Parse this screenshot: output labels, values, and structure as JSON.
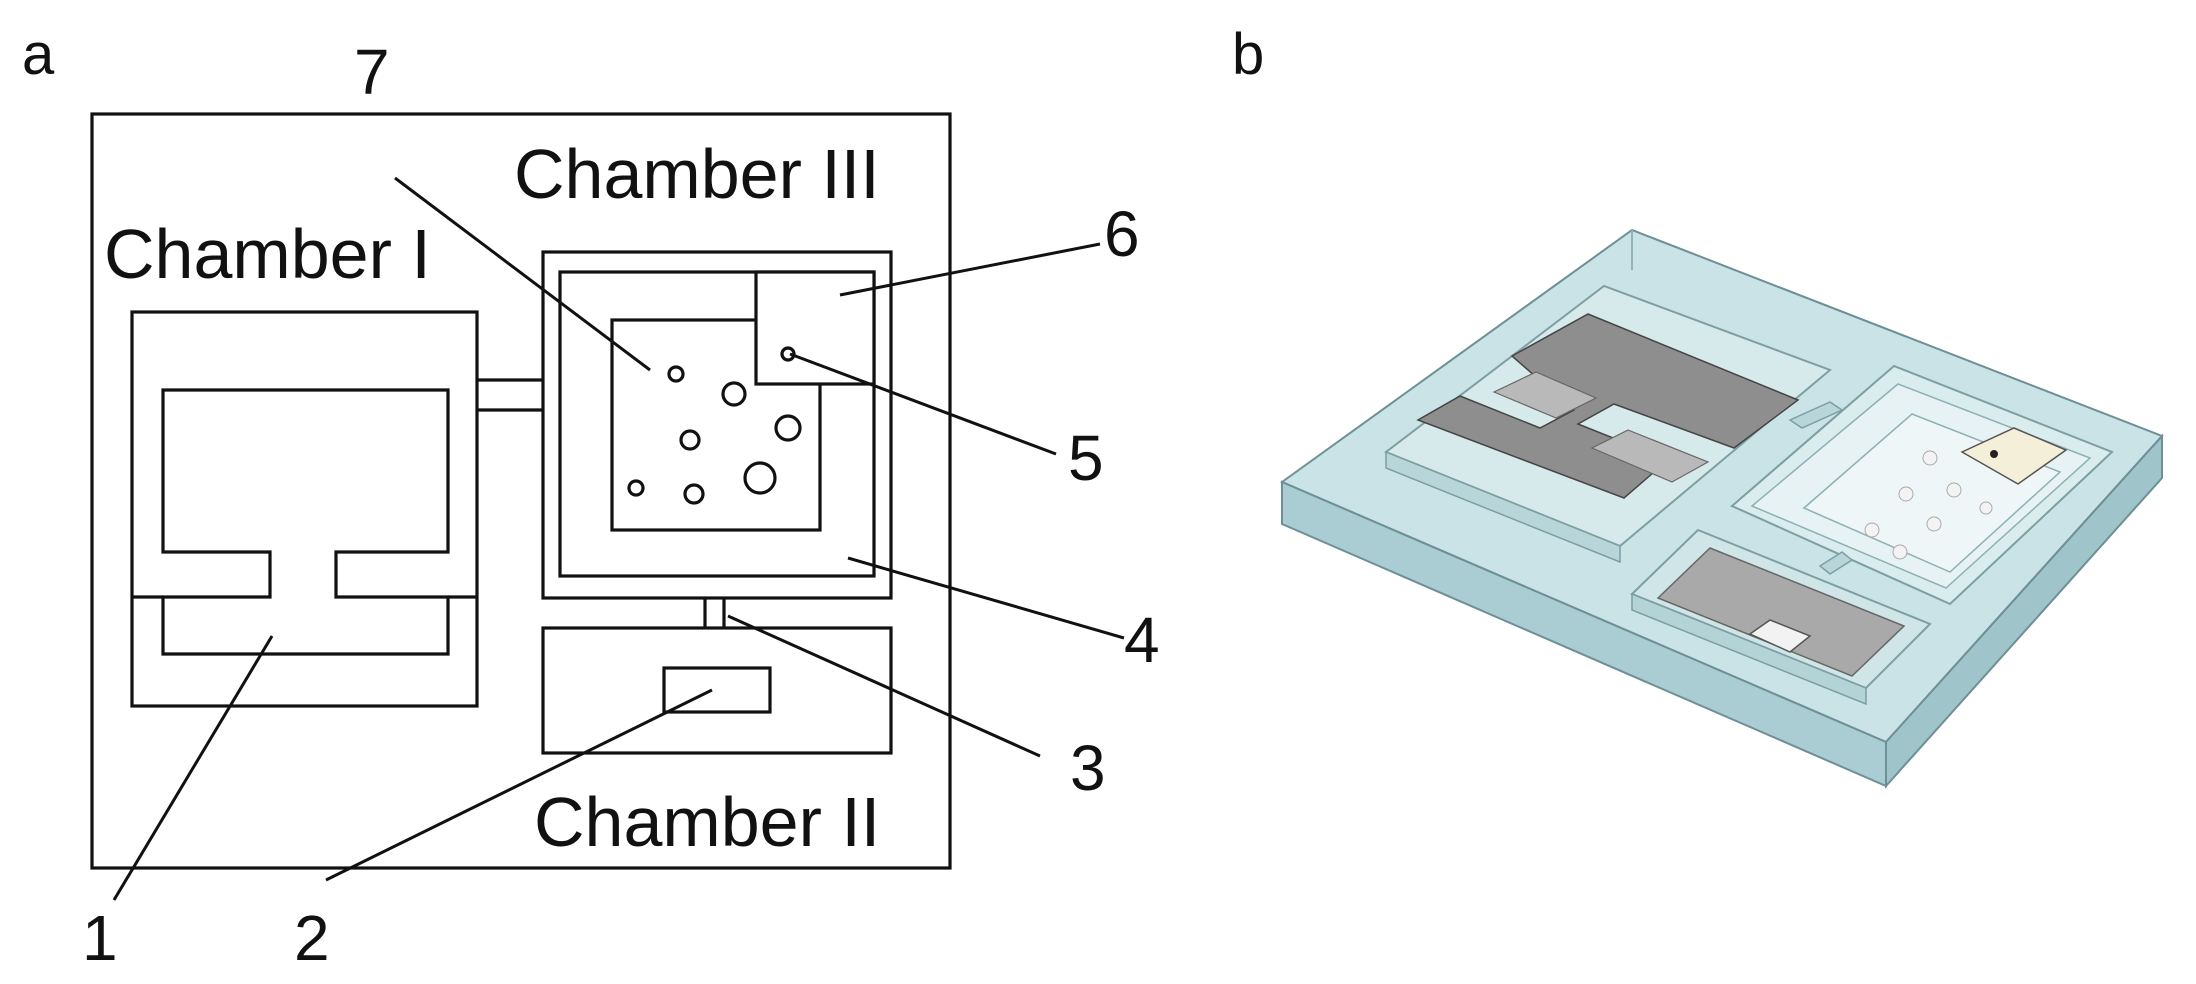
{
  "panels": {
    "a": "a",
    "b": "b"
  },
  "chambers": {
    "I": "Chamber I",
    "II": "Chamber II",
    "III": "Chamber III"
  },
  "numbers": {
    "n1": "1",
    "n2": "2",
    "n3": "3",
    "n4": "4",
    "n5": "5",
    "n6": "6",
    "n7": "7"
  },
  "colors": {
    "line": "#111111",
    "glass_top": "#c9e3e6",
    "glass_side": "#a9cdd2",
    "electrode": "#8e8e8e",
    "electrode_light": "#b9b9b9",
    "pad": "#f4efd8"
  }
}
